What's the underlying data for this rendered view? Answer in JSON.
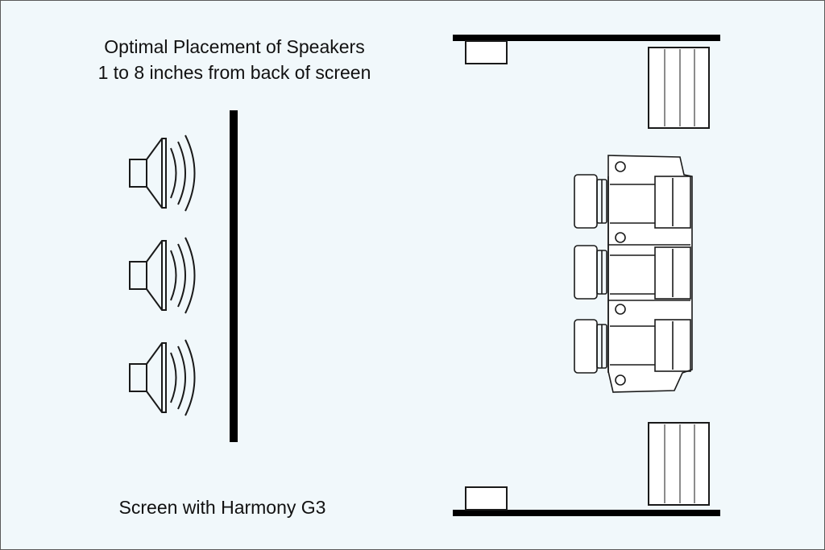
{
  "diagram": {
    "title_line1": "Optimal Placement of Speakers",
    "title_line2": "1 to 8 inches from back of screen",
    "caption": "Screen with Harmony G3",
    "speakers": [
      {
        "name": "speaker-top",
        "icon": "speaker-icon"
      },
      {
        "name": "speaker-middle",
        "icon": "speaker-icon"
      },
      {
        "name": "speaker-bottom",
        "icon": "speaker-icon"
      }
    ],
    "seats": [
      "seat",
      "seat",
      "seat"
    ],
    "colors": {
      "background": "#f1f8fb",
      "border": "#5a5a5a",
      "line": "#000000",
      "outline": "#1a1a1a"
    }
  }
}
